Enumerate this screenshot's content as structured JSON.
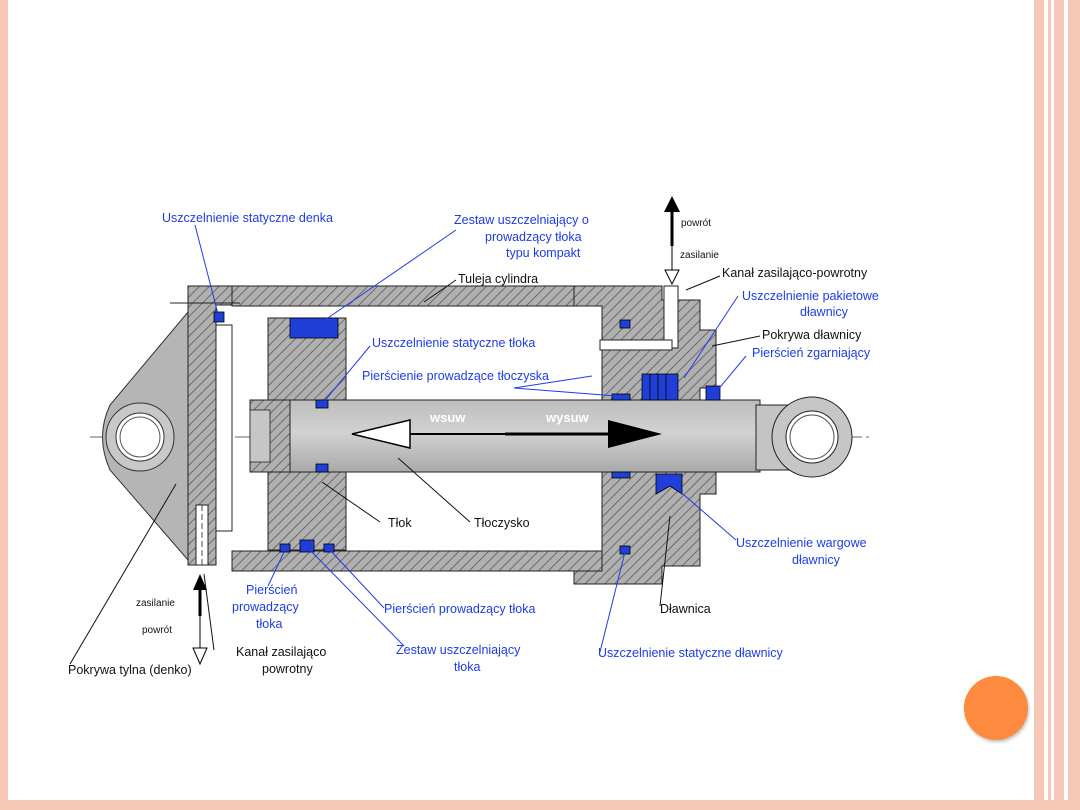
{
  "labels": {
    "uszcz_stat_denka": "Uszczelnienie statyczne denka",
    "zestaw_kompakt_1": "Zestaw uszczelniający o",
    "zestaw_kompakt_2": "prowadzący tłoka",
    "zestaw_kompakt_3": "typu kompakt",
    "powrot_top": "powrót",
    "zasilanie_top": "zasilanie",
    "kanal_top": "Kanał zasilająco-powrotny",
    "tuleja": "Tuleja cylindra",
    "uszcz_pakiet_1": "Uszczelnienie pakietowe",
    "uszcz_pakiet_2": "dławnicy",
    "pokrywa_dlawnicy": "Pokrywa dławnicy",
    "pierscien_zgarn": "Pierścień zgarniający",
    "uszcz_stat_tloka": "Uszczelnienie statyczne tłoka",
    "pierscienie_prow": "Pierścienie prowadzące tłoczyska",
    "wsuw": "wsuw",
    "wysuw": "wysuw",
    "tlok": "Tłok",
    "tloczysko": "Tłoczysko",
    "uszcz_warg_1": "Uszczelnienie wargowe",
    "uszcz_warg_2": "dławnicy",
    "zasilanie_bot": "zasilanie",
    "powrot_bot": "powrót",
    "pierscien_prow_1": "Pierścień",
    "pierscien_prow_2": "prowadzący",
    "pierscien_prow_3": "tłoka",
    "pierscien_prow_tloka": "Pierścień prowadzący tłoka",
    "dlawnica": "Dławnica",
    "kanal_bot_1": "Kanał zasilająco",
    "kanal_bot_2": "powrotny",
    "zestaw_tloka_1": "Zestaw uszczelniający",
    "zestaw_tloka_2": "tłoka",
    "uszcz_stat_dlawnicy": "Uszczelnienie statyczne dławnicy",
    "pokrywa_tylna": "Pokrywa tylna (denko)"
  },
  "colors": {
    "label_blue": "#1c3ce8",
    "seal_blue": "#1f3fd6",
    "metal_gray": "#a6a6a6",
    "rod_gray": "#c4c4c4",
    "accent_orange": "#fd8a3e",
    "frame_pink": "#f7c8b8"
  }
}
